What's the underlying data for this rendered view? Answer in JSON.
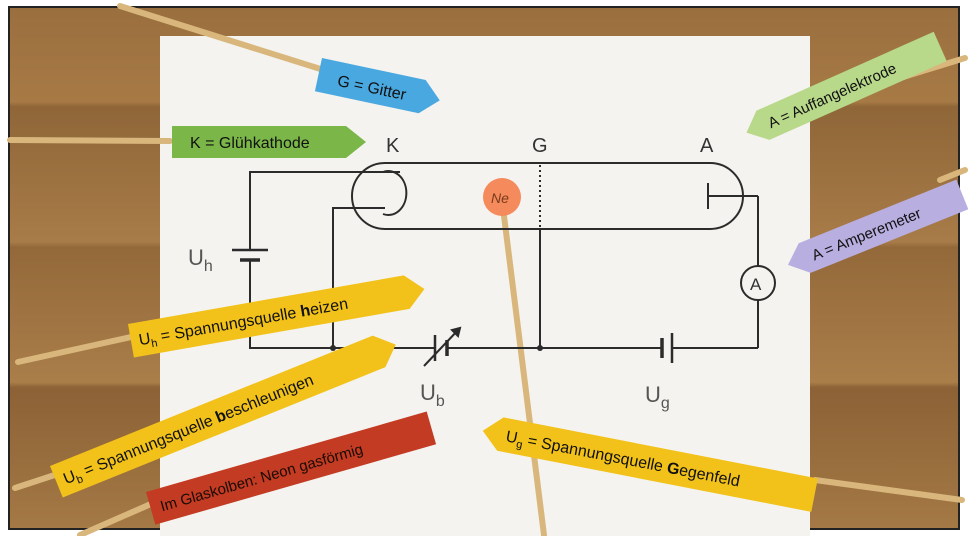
{
  "circuit": {
    "K": "K",
    "G": "G",
    "A": "A",
    "Uh": "U",
    "Uh_sub": "h",
    "Ub": "U",
    "Ub_sub": "b",
    "Ug": "U",
    "Ug_sub": "g",
    "ammeter": "A",
    "neon_dot": "Ne"
  },
  "labels": {
    "gitter": "G = Gitter",
    "kathode": "K = Glühkathode",
    "auffang": "A = Auffangelektrode",
    "ampere": "A = Amperemeter",
    "heizen_pre": "U",
    "heizen_sub": "h",
    "heizen_mid": " = Spannungsquelle ",
    "heizen_bold": "h",
    "heizen_post": "eizen",
    "beschl_pre": "U",
    "beschl_sub": "b",
    "beschl_mid": " = Spannungsquelle ",
    "beschl_bold": "b",
    "beschl_post": "eschleunigen",
    "gegen_pre": "U",
    "gegen_sub": "g",
    "gegen_mid": " = Spannungsquelle ",
    "gegen_bold": "G",
    "gegen_post": "egenfeld",
    "neon": "Im Glaskolben: Neon gasförmig"
  },
  "colors": {
    "blue_tag": "#4aa8e0",
    "green_tag": "#7ab648",
    "lightgreen_tag": "#b8d88a",
    "purple_tag": "#b9aee0",
    "yellow_tag": "#f2c21a",
    "red_tag": "#c23b22",
    "orange_dot": "#f58a5c"
  }
}
